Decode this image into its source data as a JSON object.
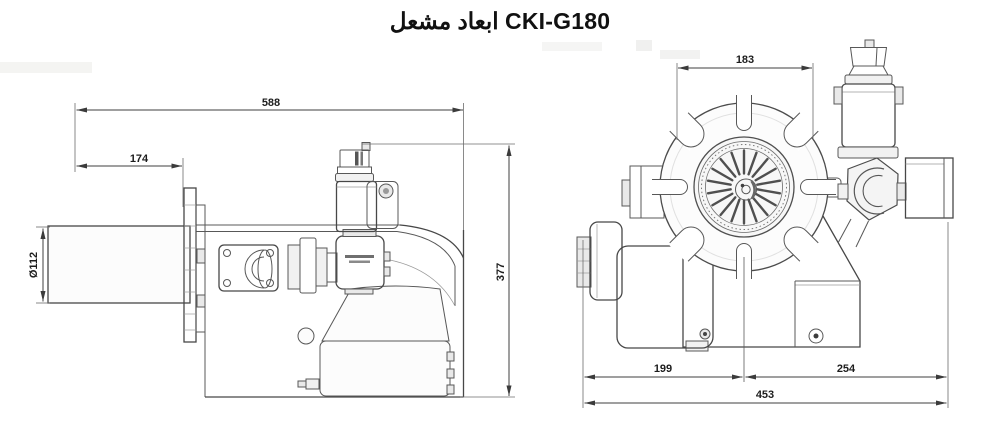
{
  "title": {
    "text": "ابعاد مشعل CKI-G180"
  },
  "views": {
    "side": {
      "dims": {
        "total_length": "588",
        "head_length": "174",
        "tube_diameter": "Ø112",
        "total_height": "377"
      }
    },
    "front": {
      "dims": {
        "flange_width": "183",
        "center_to_left_edge": "199",
        "center_to_right_edge": "254",
        "total_width": "453"
      }
    }
  },
  "colors": {
    "background": "#ffffff",
    "line": "#565656",
    "dimension": "#3f3f3f",
    "label_text": "#1d1d1d"
  }
}
